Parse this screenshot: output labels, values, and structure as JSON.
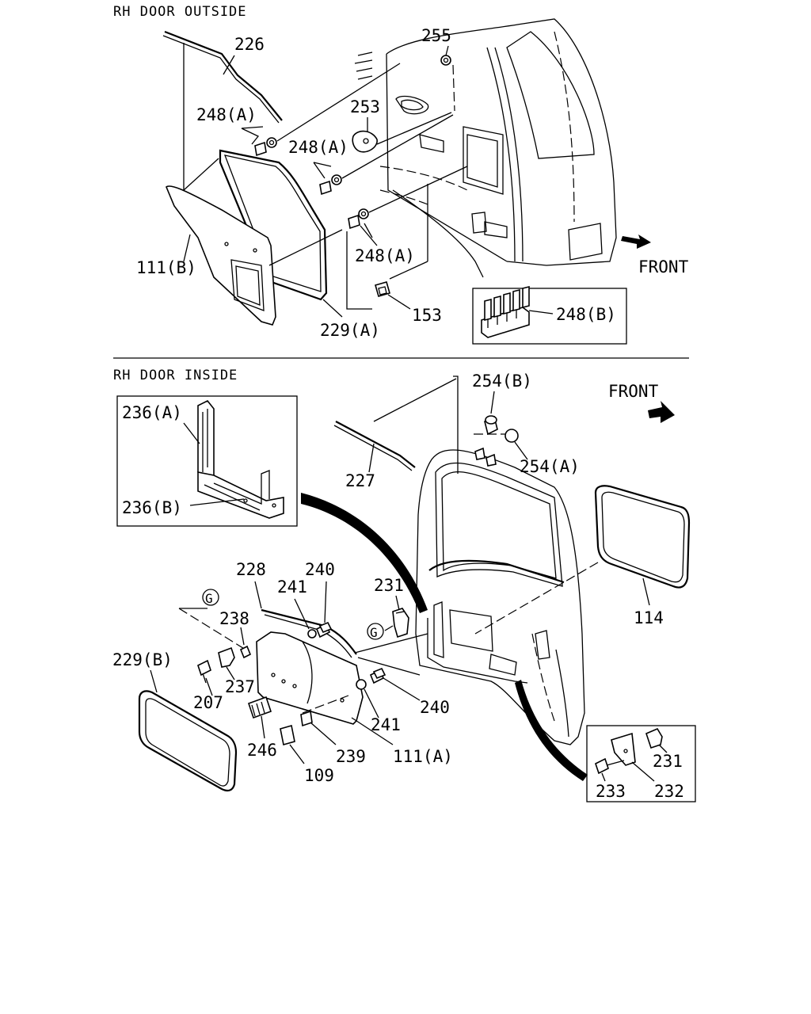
{
  "sections": {
    "outside_title": "RH DOOR OUTSIDE",
    "inside_title": "RH DOOR INSIDE"
  },
  "direction": {
    "front_top": "FRONT",
    "front_bottom": "FRONT"
  },
  "callouts": {
    "p226": "226",
    "p255": "255",
    "p248a_1": "248(A)",
    "p253": "253",
    "p248a_2": "248(A)",
    "p111b": "111(B)",
    "p248a_3": "248(A)",
    "p153": "153",
    "p229a": "229(A)",
    "p248b": "248(B)",
    "p236a": "236(A)",
    "p236b": "236(B)",
    "p254b": "254(B)",
    "p254a": "254(A)",
    "p227": "227",
    "p114": "114",
    "p228": "228",
    "p240_1": "240",
    "p241_1": "241",
    "p231_1": "231",
    "p238": "238",
    "g_1": "G",
    "g_2": "G",
    "p229b": "229(B)",
    "p207": "207",
    "p237": "237",
    "p240_2": "240",
    "p241_2": "241",
    "p246": "246",
    "p239": "239",
    "p111a": "111(A)",
    "p109": "109",
    "p231_2": "231",
    "p233": "233",
    "p232": "232"
  }
}
